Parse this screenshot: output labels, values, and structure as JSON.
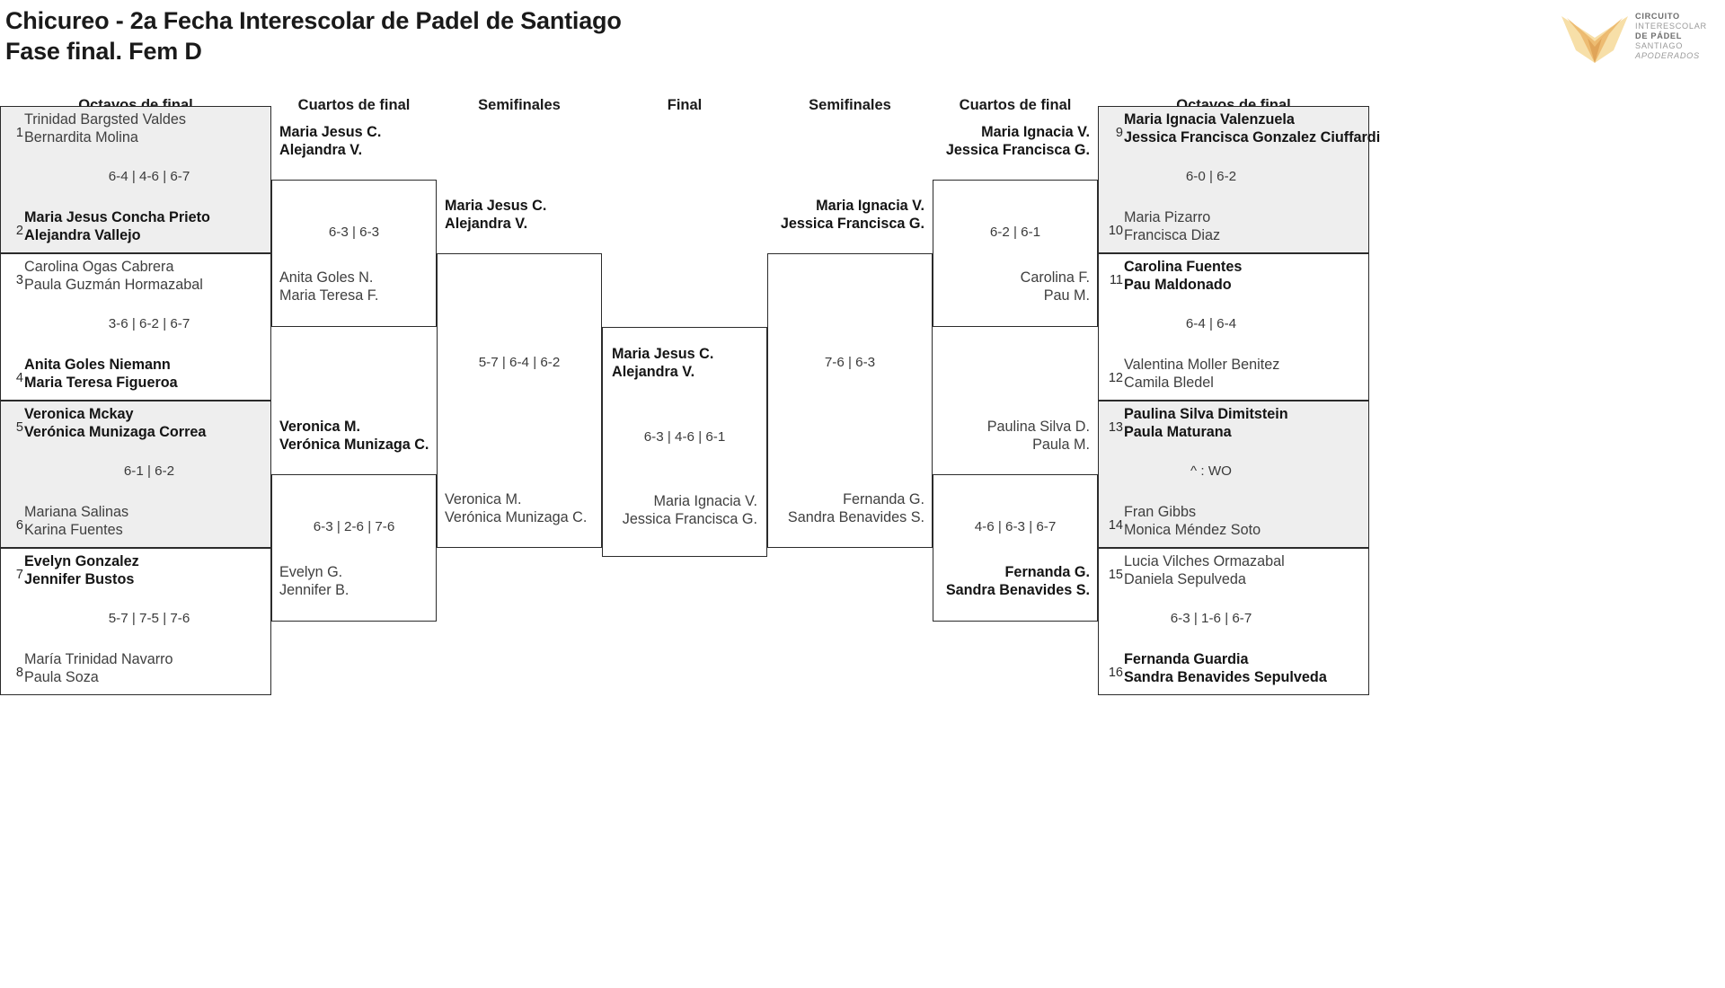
{
  "header": {
    "title_line1": "Chicureo - 2a Fecha Interescolar de Padel de Santiago",
    "title_line2": "Fase final. Fem D"
  },
  "logo": {
    "line1": "CIRCUITO",
    "line2": "INTERESCOLAR",
    "line3": "DE PÁDEL",
    "line4": "SANTIAGO",
    "line5": "APODERADOS",
    "mark_color_dark": "#e0a458",
    "mark_color_mid": "#edbc72",
    "mark_color_light": "#f7dfa8"
  },
  "round_headers": {
    "left_octavos": "Octavos de final",
    "left_cuartos": "Cuartos de final",
    "left_semis": "Semifinales",
    "final": "Final",
    "right_semis": "Semifinales",
    "right_cuartos": "Cuartos de final",
    "right_octavos": "Octavos de final"
  },
  "chart_data": {
    "type": "bracket",
    "title": "Chicureo - 2a Fecha Interescolar de Padel de Santiago — Fase final. Fem D",
    "team_count": 16,
    "sides": [
      "left",
      "right"
    ],
    "rounds": [
      "Octavos de final",
      "Cuartos de final",
      "Semifinales",
      "Final"
    ]
  },
  "left_octavos": [
    {
      "shaded": true,
      "top": {
        "seed": "1",
        "l1": "Trinidad Bargsted Valdes",
        "l2": "Bernardita Molina",
        "winner": false
      },
      "score": "6-4 | 4-6 | 6-7",
      "bottom": {
        "seed": "2",
        "l1": "Maria Jesus Concha Prieto",
        "l2": "Alejandra Vallejo",
        "winner": true
      }
    },
    {
      "shaded": false,
      "top": {
        "seed": "3",
        "l1": "Carolina Ogas Cabrera",
        "l2": "Paula Guzmán Hormazabal",
        "winner": false
      },
      "score": "3-6 | 6-2 | 6-7",
      "bottom": {
        "seed": "4",
        "l1": "Anita Goles Niemann",
        "l2": "Maria Teresa Figueroa",
        "winner": true
      }
    },
    {
      "shaded": true,
      "top": {
        "seed": "5",
        "l1": "Veronica Mckay",
        "l2": "Verónica Munizaga Correa",
        "winner": true
      },
      "score": "6-1 | 6-2",
      "bottom": {
        "seed": "6",
        "l1": "Mariana Salinas",
        "l2": "Karina Fuentes",
        "winner": false
      }
    },
    {
      "shaded": false,
      "top": {
        "seed": "7",
        "l1": "Evelyn Gonzalez",
        "l2": "Jennifer Bustos",
        "winner": true
      },
      "score": "5-7 | 7-5 | 7-6",
      "bottom": {
        "seed": "8",
        "l1": "María Trinidad Navarro",
        "l2": "Paula Soza",
        "winner": false
      }
    }
  ],
  "left_cuartos": [
    {
      "top": {
        "l1": "Maria Jesus C.",
        "l2": "Alejandra V.",
        "winner": true
      },
      "score": "6-3 | 6-3",
      "bottom": {
        "l1": "Anita Goles N.",
        "l2": "Maria Teresa F.",
        "winner": false
      }
    },
    {
      "top": {
        "l1": "Veronica M.",
        "l2": "Verónica Munizaga C.",
        "winner": true
      },
      "score": "6-3 | 2-6 | 7-6",
      "bottom": {
        "l1": "Evelyn G.",
        "l2": "Jennifer B.",
        "winner": false
      }
    }
  ],
  "left_semis": [
    {
      "top": {
        "l1": "Maria Jesus C.",
        "l2": "Alejandra V.",
        "winner": true
      },
      "score": "5-7 | 6-4 | 6-2",
      "bottom": {
        "l1": "Veronica M.",
        "l2": "Verónica Munizaga C.",
        "winner": false
      }
    }
  ],
  "final": {
    "top": {
      "l1": "Maria Jesus C.",
      "l2": "Alejandra V.",
      "winner": true
    },
    "score": "6-3 | 4-6 | 6-1",
    "bottom": {
      "l1": "Maria Ignacia V.",
      "l2": "Jessica Francisca G.",
      "winner": false
    }
  },
  "right_semis": [
    {
      "top": {
        "l1": "Maria Ignacia V.",
        "l2": "Jessica Francisca G.",
        "winner": true
      },
      "score": "7-6 | 6-3",
      "bottom": {
        "l1": "Fernanda G.",
        "l2": "Sandra Benavides S.",
        "winner": false
      }
    }
  ],
  "right_cuartos": [
    {
      "top": {
        "l1": "Maria Ignacia V.",
        "l2": "Jessica Francisca G.",
        "winner": true
      },
      "score": "6-2 | 6-1",
      "bottom": {
        "l1": "Carolina F.",
        "l2": "Pau M.",
        "winner": false
      }
    },
    {
      "top": {
        "l1": "Paulina Silva D.",
        "l2": "Paula M.",
        "winner": false
      },
      "score": "4-6 | 6-3 | 6-7",
      "bottom": {
        "l1": "Fernanda G.",
        "l2": "Sandra Benavides S.",
        "winner": true
      }
    }
  ],
  "right_octavos": [
    {
      "shaded": true,
      "top": {
        "seed": "9",
        "l1": "Maria Ignacia Valenzuela",
        "l2": "Jessica Francisca Gonzalez Ciuffardi",
        "winner": true
      },
      "score": "6-0 | 6-2",
      "bottom": {
        "seed": "10",
        "l1": "Maria Pizarro",
        "l2": "Francisca Diaz",
        "winner": false
      }
    },
    {
      "shaded": false,
      "top": {
        "seed": "11",
        "l1": "Carolina Fuentes",
        "l2": "Pau Maldonado",
        "winner": true
      },
      "score": "6-4 | 6-4",
      "bottom": {
        "seed": "12",
        "l1": "Valentina Moller Benitez",
        "l2": "Camila Bledel",
        "winner": false
      }
    },
    {
      "shaded": true,
      "top": {
        "seed": "13",
        "l1": "Paulina Silva Dimitstein",
        "l2": "Paula Maturana",
        "winner": true
      },
      "score": "^ : WO",
      "bottom": {
        "seed": "14",
        "l1": "Fran Gibbs",
        "l2": "Monica Méndez Soto",
        "winner": false
      }
    },
    {
      "shaded": false,
      "top": {
        "seed": "15",
        "l1": "Lucia Vilches Ormazabal",
        "l2": "Daniela Sepulveda",
        "winner": false
      },
      "score": "6-3 | 1-6 | 6-7",
      "bottom": {
        "seed": "16",
        "l1": "Fernanda Guardia",
        "l2": "Sandra Benavides Sepulveda",
        "winner": true
      }
    }
  ]
}
